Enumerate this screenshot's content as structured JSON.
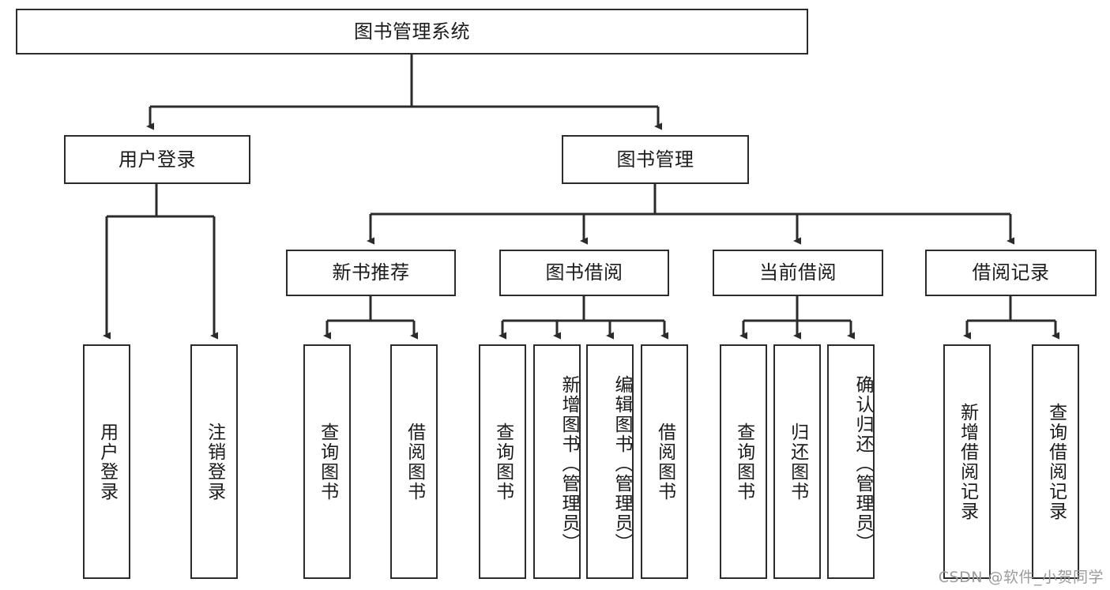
{
  "diagram": {
    "title": "图书管理系统",
    "type": "tree",
    "root": {
      "id": "root",
      "label": "图书管理系统"
    },
    "level2": [
      {
        "id": "user-login",
        "label": "用户登录"
      },
      {
        "id": "book-management",
        "label": "图书管理"
      }
    ],
    "level3": [
      {
        "id": "new-book-recommend",
        "label": "新书推荐",
        "parent": "book-management"
      },
      {
        "id": "book-borrow",
        "label": "图书借阅",
        "parent": "book-management"
      },
      {
        "id": "current-borrow",
        "label": "当前借阅",
        "parent": "book-management"
      },
      {
        "id": "borrow-record",
        "label": "借阅记录",
        "parent": "book-management"
      }
    ],
    "leaves": [
      {
        "id": "leaf-user-login",
        "label": "用户登录",
        "parent": "user-login"
      },
      {
        "id": "leaf-user-logout",
        "label": "注销登录",
        "parent": "user-login"
      },
      {
        "id": "leaf-query-book-1",
        "label": "查询图书",
        "parent": "new-book-recommend"
      },
      {
        "id": "leaf-borrow-book-1",
        "label": "借阅图书",
        "parent": "new-book-recommend"
      },
      {
        "id": "leaf-query-book-2",
        "label": "查询图书",
        "parent": "book-borrow"
      },
      {
        "id": "leaf-add-book",
        "label": "新增图书（管理员）",
        "parent": "book-borrow"
      },
      {
        "id": "leaf-edit-book",
        "label": "编辑图书（管理员）",
        "parent": "book-borrow"
      },
      {
        "id": "leaf-borrow-book-2",
        "label": "借阅图书",
        "parent": "book-borrow"
      },
      {
        "id": "leaf-query-book-3",
        "label": "查询图书",
        "parent": "current-borrow"
      },
      {
        "id": "leaf-return-book",
        "label": "归还图书",
        "parent": "current-borrow"
      },
      {
        "id": "leaf-confirm-return",
        "label": "确认归还（管理员）",
        "parent": "current-borrow"
      },
      {
        "id": "leaf-add-record",
        "label": "新增借阅记录",
        "parent": "borrow-record"
      },
      {
        "id": "leaf-query-record",
        "label": "查询借阅记录",
        "parent": "borrow-record"
      }
    ],
    "colors": {
      "stroke": "#2b2b2b",
      "fill": "#ffffff",
      "text": "#1b1b1b",
      "watermark": "#9b9b9b"
    }
  },
  "watermark": {
    "text": "CSDN @软件_小贺同学"
  }
}
